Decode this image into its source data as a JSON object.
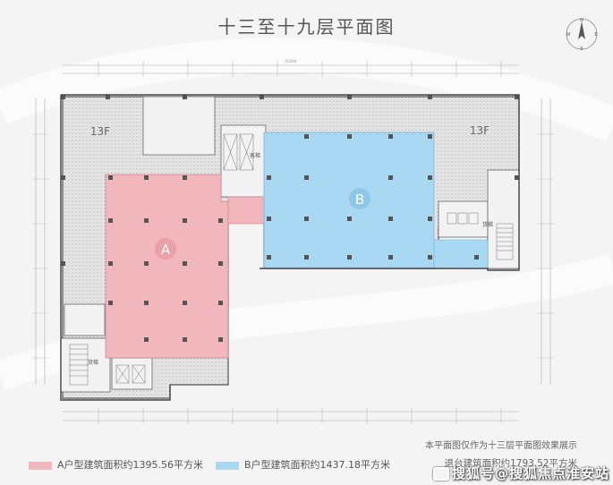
{
  "title": "十三至十九层平面图",
  "compass": {
    "labels": [
      "N",
      "E",
      "S",
      "W"
    ]
  },
  "plan": {
    "floor_label_left": "13F",
    "floor_label_right": "13F",
    "unit_a": {
      "label": "A",
      "color": "#f2b6bd",
      "circle_color": "#e9a0a9"
    },
    "unit_b": {
      "label": "B",
      "color": "#a9d8f2",
      "circle_color": "#8dc6e6"
    },
    "room_labels": [
      "客梯",
      "货梯",
      "货梯"
    ],
    "dim_top": "56000"
  },
  "legend": {
    "a": {
      "text": "A户型建筑面积约1395.56平方米",
      "color": "#f2b6bd"
    },
    "b": {
      "text": "B户型建筑面积约1437.18平方米",
      "color": "#a9d8f2"
    }
  },
  "notes": {
    "line1": "本平面图仅作为十三层平面图效果展示",
    "line2": "退台建筑面积约1793.52平方米"
  },
  "watermark": "搜狐号@搜狐焦点淮安站"
}
